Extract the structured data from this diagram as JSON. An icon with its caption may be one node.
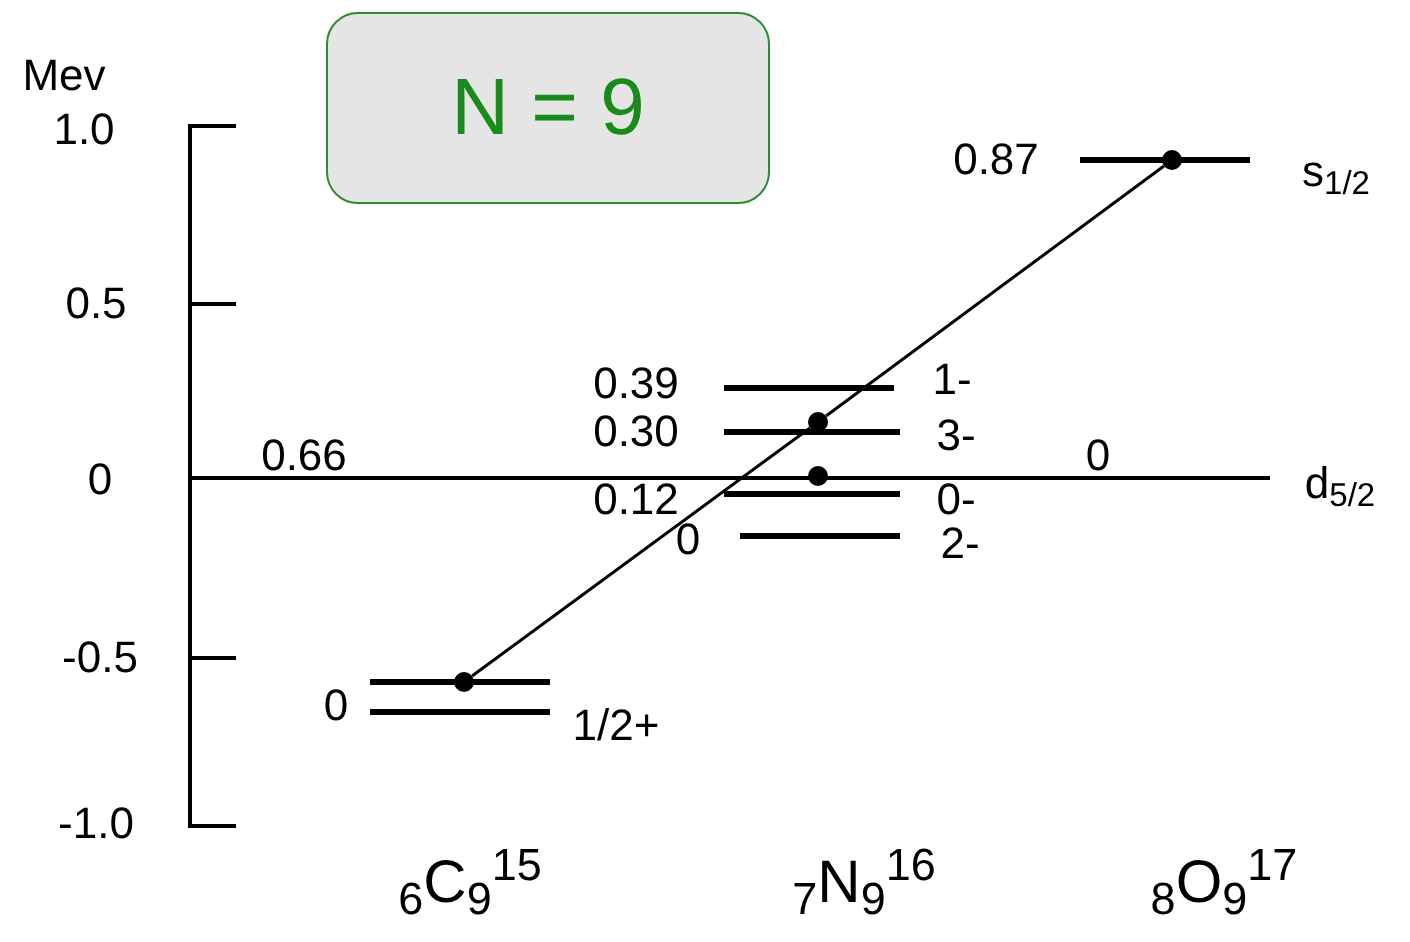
{
  "diagram": {
    "nodes": [
      {
        "text": [
          "N = 9"
        ]
      },
      {
        "text": [],
        "shape": "circle"
      },
      {
        "text": [],
        "shape": "circle"
      },
      {
        "text": [],
        "shape": "circle"
      },
      {
        "text": [],
        "shape": "circle"
      }
    ],
    "edges": [
      {
        "from": 1,
        "to": 2,
        "arrow": "none"
      },
      {
        "from": 2,
        "to": 3,
        "arrow": "none"
      }
    ],
    "labels": [
      "Mev",
      "1.0",
      "0.87",
      "s$_{1/2}$",
      "0.5",
      "0.39",
      "1-",
      "0.30",
      "3-",
      "0",
      "0.66",
      "0.12",
      "0-",
      "0",
      "d$_{5/2}$",
      "0",
      "2-",
      "-0.5",
      "0",
      "1/2+",
      "-1.0",
      "$_{6}$C$_{9}$$^{15}$",
      "$_{7}$N$_{9}$$^{16}$",
      "$_{8}$O$_{9}$$^{17}$"
    ]
  }
}
